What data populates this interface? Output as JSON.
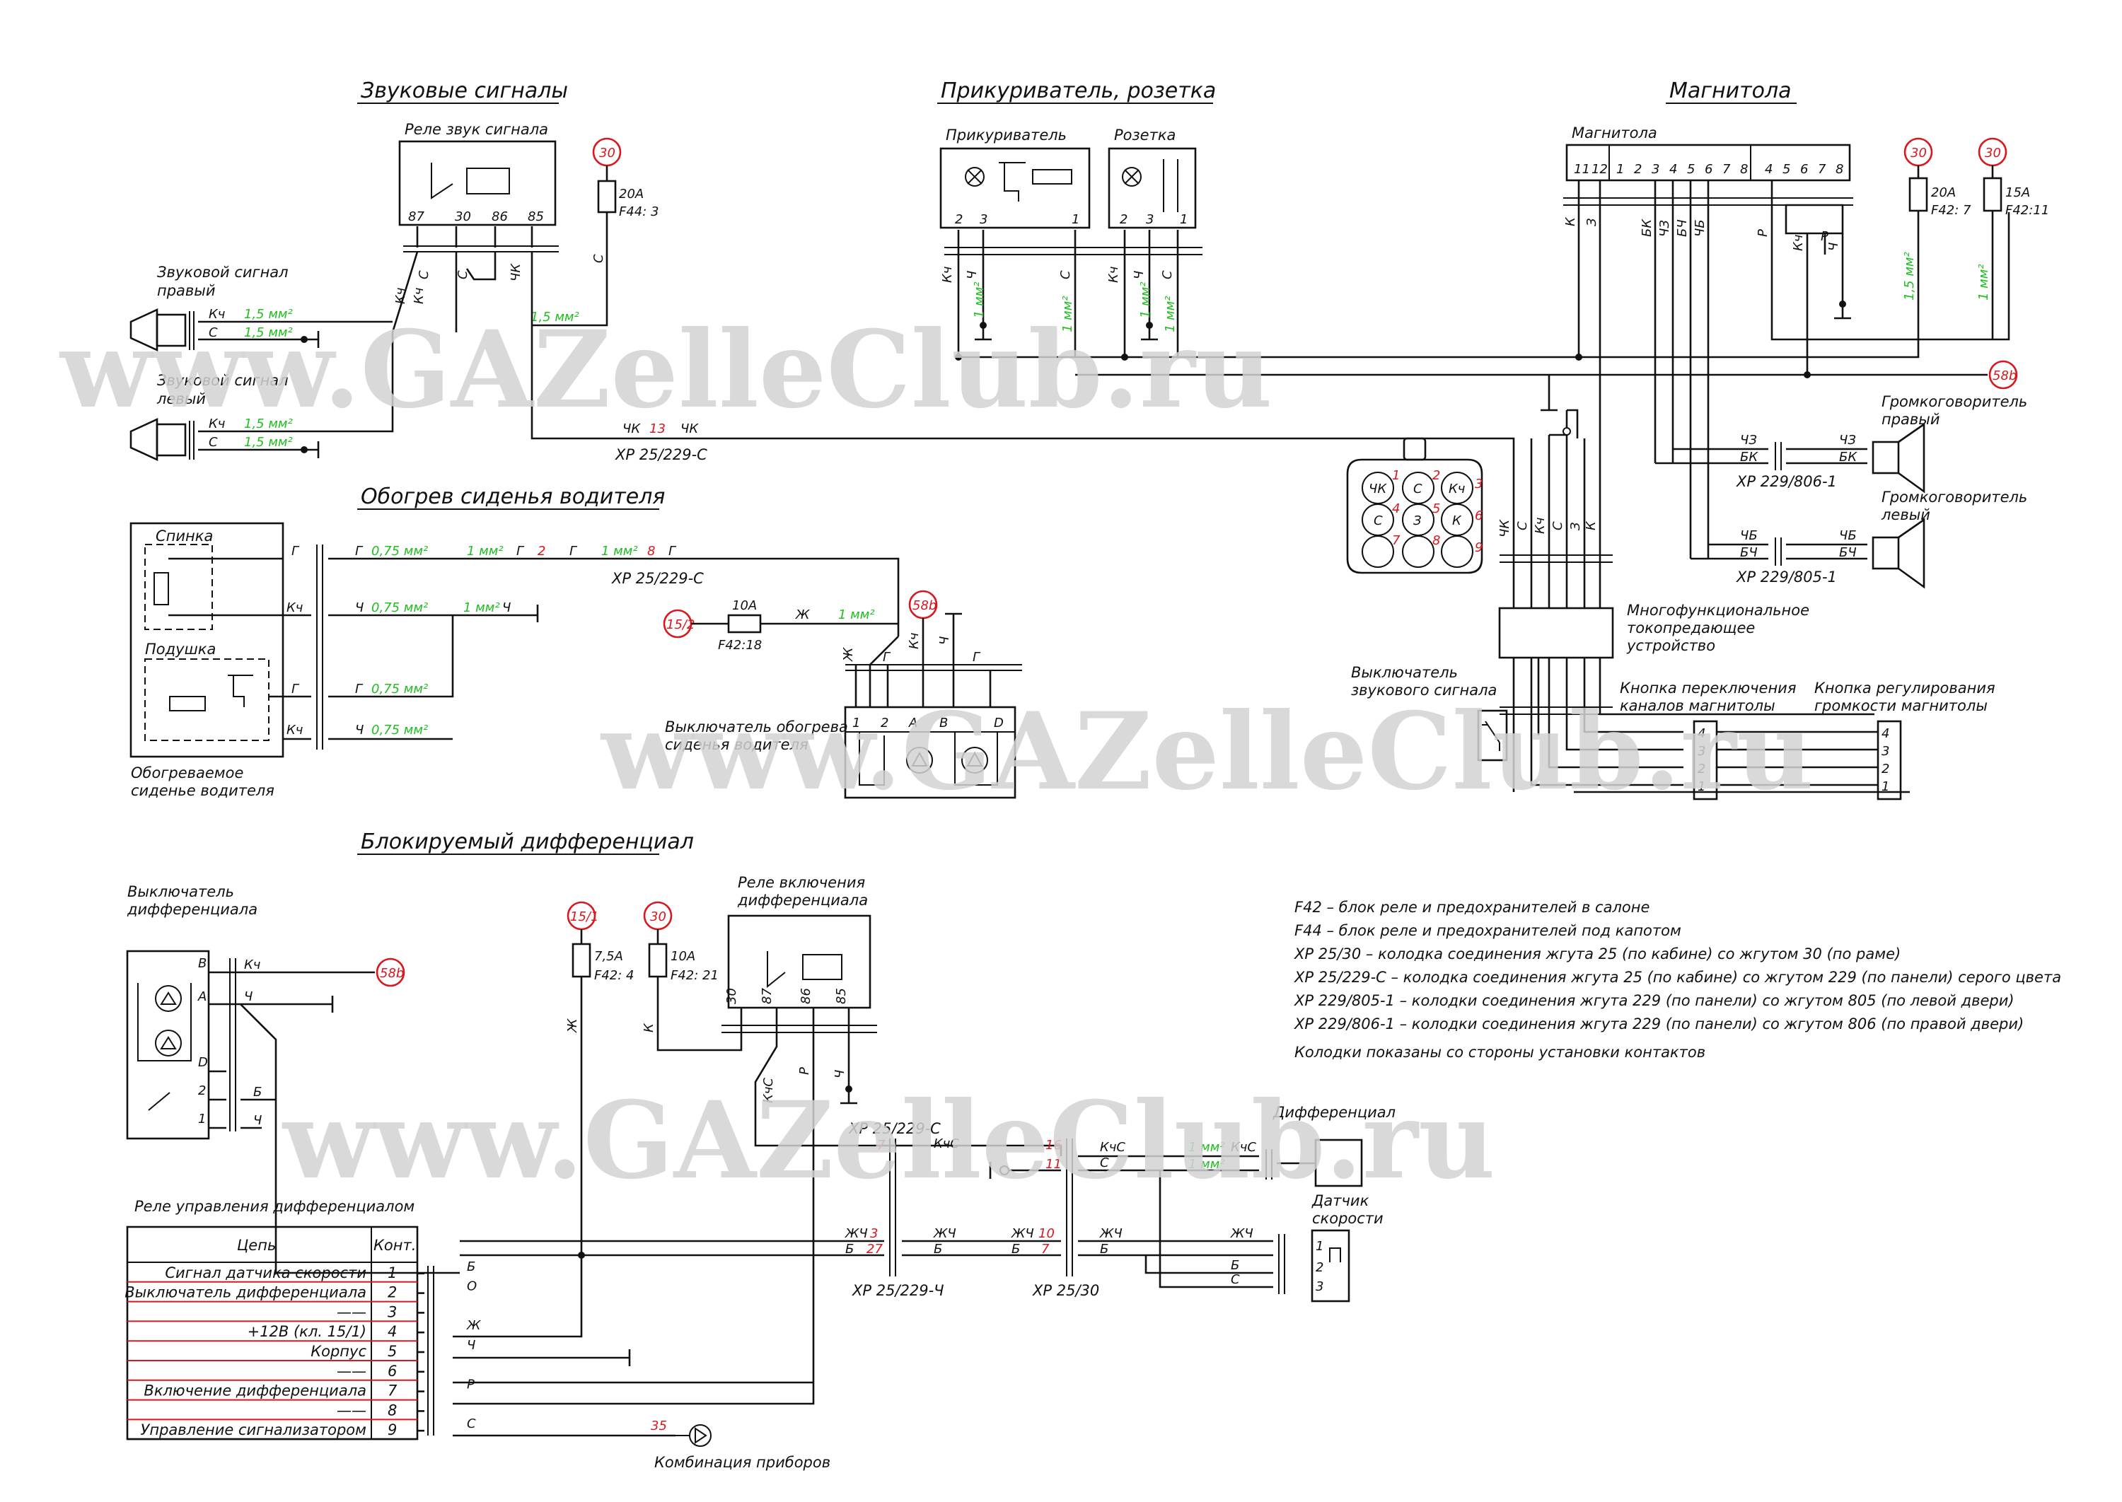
{
  "watermark": "www.GAZelleClub.ru",
  "sections": {
    "horns": "Звуковые сигналы",
    "lighter": "Прикуриватель, розетка",
    "radio": "Магнитола",
    "seat": "Обогрев сиденья водителя",
    "diff": "Блокируемый дифференциал"
  },
  "horns": {
    "relay": "Реле звук сигнала",
    "relay_pins": [
      "87",
      "30",
      "86",
      "85"
    ],
    "right_horn": [
      "Звуковой сигнал",
      "правый"
    ],
    "left_horn": [
      "Звуковой сигнал",
      "левый"
    ],
    "wire_kch": "Кч",
    "wire_s": "С",
    "wire_chk": "ЧК",
    "cs15": "1,5 мм²",
    "fuse": "20А",
    "fuse_id": "F44: 3",
    "power": "30",
    "conn_num": "13",
    "connector": "ХР 25/229-С"
  },
  "lighter": {
    "lighter_label": "Прикуриватель",
    "socket_label": "Розетка",
    "pins_a": [
      "2",
      "3",
      "1"
    ],
    "pins_b": [
      "2",
      "3",
      "1"
    ],
    "wires": [
      "Кч",
      "Ч",
      "С",
      "Кч",
      "Ч",
      "С"
    ],
    "cs1": "1 мм²"
  },
  "radio": {
    "unit": "Магнитола",
    "pins_left": [
      "11",
      "12",
      "1",
      "2",
      "3",
      "4",
      "5",
      "6",
      "7",
      "8"
    ],
    "pins_right": [
      "4",
      "5",
      "6",
      "7",
      "8"
    ],
    "wires_left": [
      "К",
      "З",
      "БК",
      "ЧЗ",
      "БЧ",
      "ЧБ"
    ],
    "wires_right": [
      "Р",
      "Кч",
      "Р",
      "Ч"
    ],
    "fuse1": "20А",
    "fuse1_id": "F42: 7",
    "fuse2": "15А",
    "fuse2_id": "F42:11",
    "cs15": "1,5 мм²",
    "cs1": "1 мм²",
    "power": "30",
    "ign": "58b",
    "speaker_right": [
      "Громкоговоритель",
      "правый"
    ],
    "speaker_left": [
      "Громкоговоритель",
      "левый"
    ],
    "conn_r": "ХР 229/806-1",
    "conn_l": "ХР 229/805-1",
    "sp_r_wires": [
      "ЧЗ",
      "БК"
    ],
    "sp_l_wires": [
      "ЧБ",
      "БЧ"
    ],
    "conn_cells": [
      "ЧК",
      "С",
      "Кч",
      "С",
      "З",
      "К",
      "",
      "",
      ""
    ],
    "conn_cell_nums": [
      "1",
      "2",
      "3",
      "4",
      "5",
      "6",
      "7",
      "8",
      "9"
    ],
    "bundle_wires": [
      "ЧК",
      "С",
      "Кч",
      "С",
      "З",
      "К"
    ],
    "mfd": [
      "Многофункциональное",
      "токопредающее",
      "устройство"
    ],
    "horn_switch": [
      "Выключатель",
      "звукового сигнала"
    ],
    "chan_btn": [
      "Кнопка переключения",
      "каналов магнитолы"
    ],
    "vol_btn": [
      "Кнопка регулирования",
      "громкости магнитолы"
    ],
    "btn_pins": [
      "4",
      "3",
      "2",
      "1"
    ]
  },
  "seat": {
    "back": "Спинка",
    "cushion": "Подушка",
    "seat_label": [
      "Обогреваемое",
      "сиденье водителя"
    ],
    "wires": [
      "Г",
      "Кч",
      "Г",
      "Кч"
    ],
    "out_wires": [
      "Г",
      "Ч",
      "Г",
      "Ч"
    ],
    "cs075": "0,75 мм²",
    "cs1": "1 мм²",
    "num2": "2",
    "num8": "8",
    "connector": "ХР 25/229-С",
    "fuse": "10А",
    "fuse_id": "F42:18",
    "power": "15/2",
    "ign": "58b",
    "switch": [
      "Выключатель обогрева",
      "сиденья водителя"
    ],
    "sw_pins": [
      "1",
      "2",
      "A",
      "B",
      "D"
    ],
    "sw_wires": [
      "Ж",
      "Г",
      "Кч",
      "Ч",
      "Г"
    ],
    "wire_zh": "Ж",
    "wire_ch": "Ч"
  },
  "diff": {
    "switch": [
      "Выключатель",
      "дифференциала"
    ],
    "sw_pins": [
      "B",
      "A",
      "D",
      "2",
      "1"
    ],
    "sw_wires": [
      "Кч",
      "Ч",
      "Б",
      "Ч"
    ],
    "relay": [
      "Реле включения",
      "дифференциала"
    ],
    "relay_pins": [
      "30",
      "87",
      "86",
      "85"
    ],
    "fuse1": "7,5А",
    "fuse1_id": "F42: 4",
    "fuse2": "10А",
    "fuse2_id": "F42: 21",
    "power1": "15/1",
    "power2": "30",
    "ign": "58b",
    "wires_mid": [
      "Ж",
      "К",
      "КчС",
      "Р",
      "Ч"
    ],
    "conn_c": "ХР 25/229-С",
    "conn_ch": "ХР 25/229-Ч",
    "conn_30": "ХР 25/30",
    "num7": "7",
    "num16": "16",
    "num11": "11",
    "num3": "3",
    "num27": "27",
    "num10": "10",
    "num7b": "7",
    "kchs": "КчС",
    "s": "С",
    "zhch": "ЖЧ",
    "b": "Б",
    "cs1": "1 мм²",
    "differential": "Дифференциал",
    "sensor": [
      "Датчик",
      "скорости"
    ],
    "sensor_pins": [
      "1",
      "2",
      "3"
    ],
    "table_title": "Реле управления дифференциалом",
    "table_head": [
      "Цепь",
      "Конт."
    ],
    "rows": [
      {
        "c": "Сигнал датчика скорости",
        "n": "1",
        "w": "Б"
      },
      {
        "c": "Выключатель дифференциала",
        "n": "2",
        "w": "О"
      },
      {
        "c": "——",
        "n": "3",
        "w": ""
      },
      {
        "c": "+12В (кл. 15/1)",
        "n": "4",
        "w": "Ж"
      },
      {
        "c": "Корпус",
        "n": "5",
        "w": "Ч"
      },
      {
        "c": "——",
        "n": "6",
        "w": ""
      },
      {
        "c": "Включение дифференциала",
        "n": "7",
        "w": "Р"
      },
      {
        "c": "——",
        "n": "8",
        "w": ""
      },
      {
        "c": "Управление сигнализатором",
        "n": "9",
        "w": "С"
      }
    ],
    "cluster": "Комбинация приборов",
    "cluster_num": "35"
  },
  "notes": [
    "F42 – блок реле и предохранителей в салоне",
    "F44 – блок реле и предохранителей под капотом",
    "ХР 25/30 – колодка соединения жгута 25 (по кабине) со жгутом 30 (по раме)",
    "ХР 25/229-С – колодка соединения жгута 25 (по кабине) со жгутом 229 (по панели) серого цвета",
    "ХР 229/805-1 – колодки соединения жгута 229 (по панели) со жгутом 805 (по левой двери)",
    "ХР 229/806-1 – колодки соединения жгута 229 (по панели) со жгутом 806 (по правой двери)",
    "Колодки показаны со стороны установки контактов"
  ]
}
